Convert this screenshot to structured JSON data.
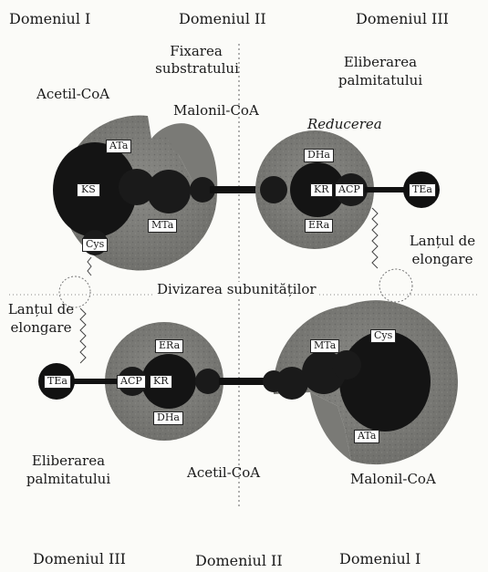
{
  "top_domains": [
    "Domeniul I",
    "Domeniul II",
    "Domeniul III"
  ],
  "bottom_domains": [
    "Domeniul III",
    "Domeniul II",
    "Domeniul I"
  ],
  "labels": {
    "substrate_fixation_1": "Fixarea",
    "substrate_fixation_2": "substratului",
    "palmitate_release_top_1": "Eliberarea",
    "palmitate_release_top_2": "palmitatului",
    "acetyl_coa_top": "Acetil-CoA",
    "malonyl_coa_top": "Malonil-CoA",
    "reduction": "Reducerea",
    "elongation_chain_right_1": "Lanțul de",
    "elongation_chain_right_2": "elongare",
    "elongation_chain_left_1": "Lanțul de",
    "elongation_chain_left_2": "elongare",
    "subunit_division": "Divizarea subunităților",
    "palmitate_release_bottom_1": "Eliberarea",
    "palmitate_release_bottom_2": "palmitatului",
    "acetyl_coa_bottom": "Acetil-CoA",
    "malonyl_coa_bottom": "Malonil-CoA"
  },
  "top_subunit": {
    "domain1": {
      "at": "ATa",
      "ks": "KS",
      "mt": "MTa",
      "cys": "Cys"
    },
    "domain3": {
      "dh": "DHa",
      "kr": "KR",
      "acp": "ACP",
      "er": "ERa",
      "te": "TEa"
    }
  },
  "bottom_subunit": {
    "domain3": {
      "er": "ERa",
      "acp": "ACP",
      "kr": "KR",
      "dh": "DHa",
      "te": "TEa"
    },
    "domain1": {
      "mt": "MTa",
      "cys": "Cys",
      "at": "ATa"
    }
  }
}
